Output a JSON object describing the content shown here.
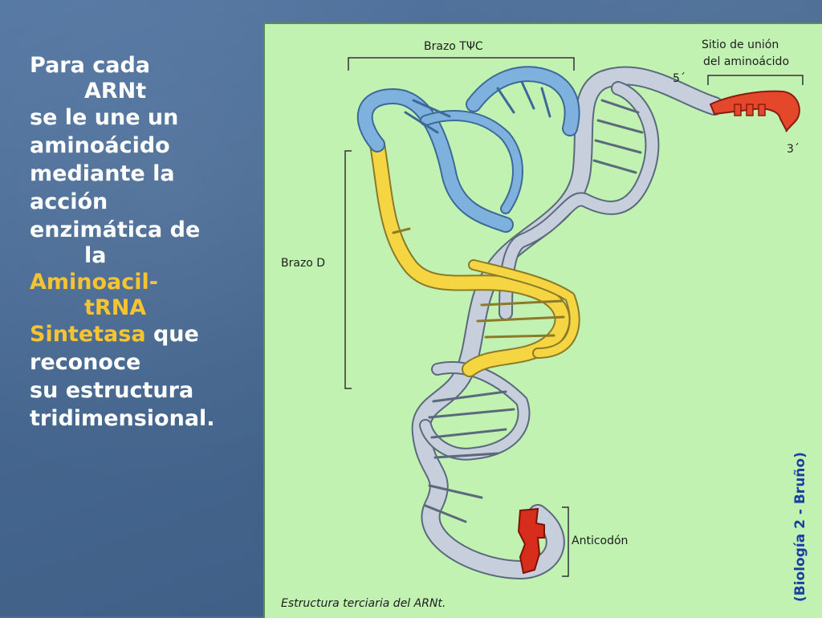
{
  "slide": {
    "lines": [
      {
        "text": "Para cada",
        "indent": false
      },
      {
        "text": "ARNt",
        "indent": true
      },
      {
        "text": "se le une un",
        "indent": false
      },
      {
        "text": "aminoácido",
        "indent": false
      },
      {
        "text": "mediante la",
        "indent": false
      },
      {
        "text": "acción",
        "indent": false
      },
      {
        "text": "enzimática de",
        "indent": false
      },
      {
        "text": "la",
        "indent": true
      }
    ],
    "highlight_1": "Aminoacil-",
    "highlight_2": "tRNA",
    "highlight_3": "Sintetasa",
    "after_highlight": " que",
    "lines_end": [
      "reconoce",
      "su estructura",
      "tridimensional."
    ]
  },
  "diagram": {
    "label_tpsi_arm": "Brazo TΨC",
    "label_binding_site_1": "Sitio de unión",
    "label_binding_site_2": "del aminoácido",
    "label_5prime": "5´",
    "label_3prime": "3´",
    "label_d_arm": "Brazo D",
    "label_anticodon": "Anticodón",
    "caption": "Estructura terciaria del ARNt.",
    "credit": "(Biología 2 - Bruño)",
    "colors": {
      "backbone": "#c7cfdc",
      "tpsi": "#7fb1df",
      "d_arm": "#f5d541",
      "acceptor": "#e5472b",
      "anticodon": "#d72d1c",
      "outline": "#5a6a7c"
    }
  }
}
